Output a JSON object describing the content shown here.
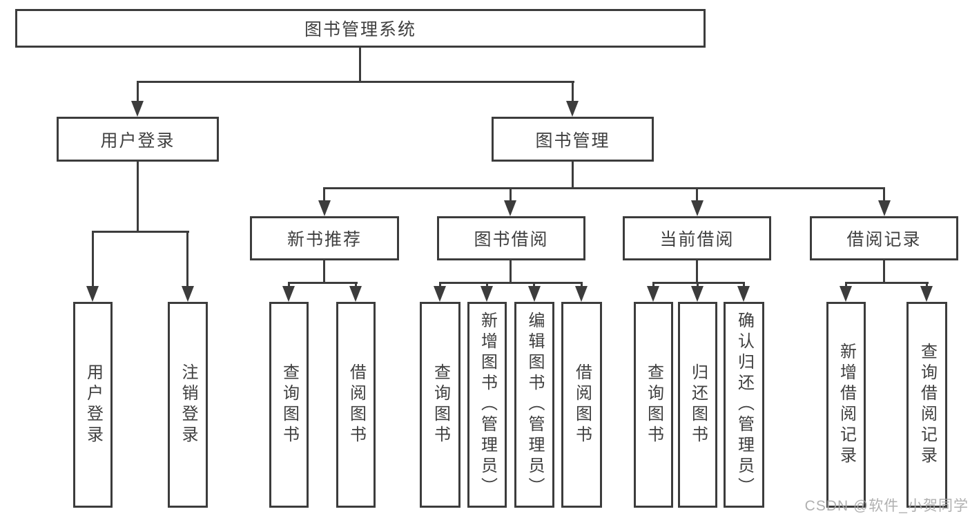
{
  "tree": {
    "root": {
      "label": "图书管理系统"
    },
    "branches": [
      {
        "label": "用户登录",
        "children": [
          {
            "label": "用户登录"
          },
          {
            "label": "注销登录"
          }
        ]
      },
      {
        "label": "图书管理",
        "children": [
          {
            "label": "新书推荐",
            "children": [
              {
                "label": "查询图书"
              },
              {
                "label": "借阅图书"
              }
            ]
          },
          {
            "label": "图书借阅",
            "children": [
              {
                "label": "查询图书"
              },
              {
                "label": "新增图书（管理员）"
              },
              {
                "label": "编辑图书（管理员）"
              },
              {
                "label": "借阅图书"
              }
            ]
          },
          {
            "label": "当前借阅",
            "children": [
              {
                "label": "查询图书"
              },
              {
                "label": "归还图书"
              },
              {
                "label": "确认归还（管理员）"
              }
            ]
          },
          {
            "label": "借阅记录",
            "children": [
              {
                "label": "新增借阅记录"
              },
              {
                "label": "查询借阅记录"
              }
            ]
          }
        ]
      }
    ]
  },
  "watermark": {
    "text": "CSDN @软件_小贺同学"
  },
  "colors": {
    "line": "#3c3c3c",
    "text": "#3f3f3f",
    "watermark": "#a8a8a8",
    "background": "#ffffff"
  }
}
